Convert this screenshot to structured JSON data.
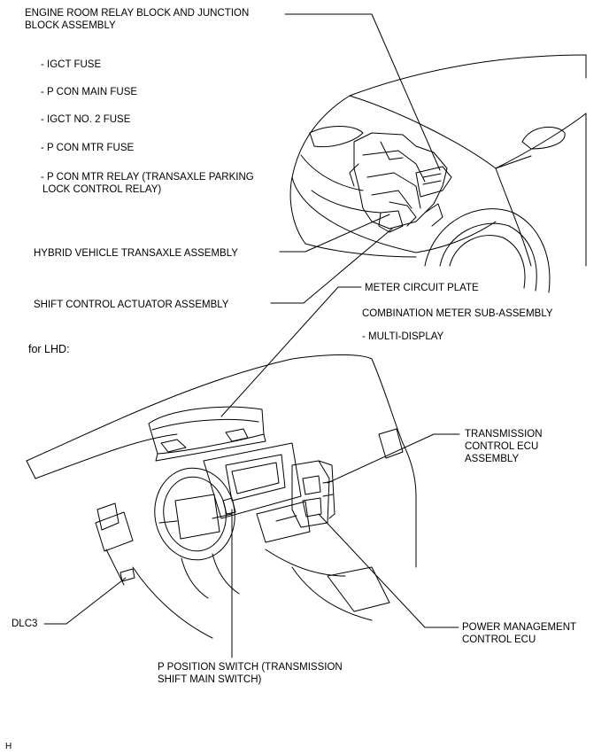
{
  "labels": {
    "engine_room_relay_line1": "ENGINE ROOM RELAY BLOCK AND JUNCTION",
    "engine_room_relay_line2": "BLOCK ASSEMBLY",
    "igct_fuse": "- IGCT FUSE",
    "p_con_main_fuse": "- P CON MAIN FUSE",
    "igct_no2_fuse": "- IGCT NO. 2 FUSE",
    "p_con_mtr_fuse": "- P CON MTR FUSE",
    "p_con_mtr_relay_line1": "- P CON MTR RELAY (TRANSAXLE PARKING",
    "p_con_mtr_relay_line2": "LOCK CONTROL RELAY)",
    "hybrid_transaxle": "HYBRID VEHICLE TRANSAXLE ASSEMBLY",
    "shift_control_actuator": "SHIFT CONTROL ACTUATOR ASSEMBLY",
    "meter_circuit_plate": "METER CIRCUIT PLATE",
    "combination_meter": "COMBINATION METER SUB-ASSEMBLY",
    "multi_display": "- MULTI-DISPLAY",
    "for_lhd": "for LHD:",
    "transmission_ecu_line1": "TRANSMISSION",
    "transmission_ecu_line2": "CONTROL ECU",
    "transmission_ecu_line3": "ASSEMBLY",
    "dlc3": "DLC3",
    "power_mgmt_line1": "POWER MANAGEMENT",
    "power_mgmt_line2": "CONTROL ECU",
    "p_position_line1": "P POSITION SWITCH (TRANSMISSION",
    "p_position_line2": "SHIFT MAIN SWITCH)",
    "corner_mark": "H"
  }
}
